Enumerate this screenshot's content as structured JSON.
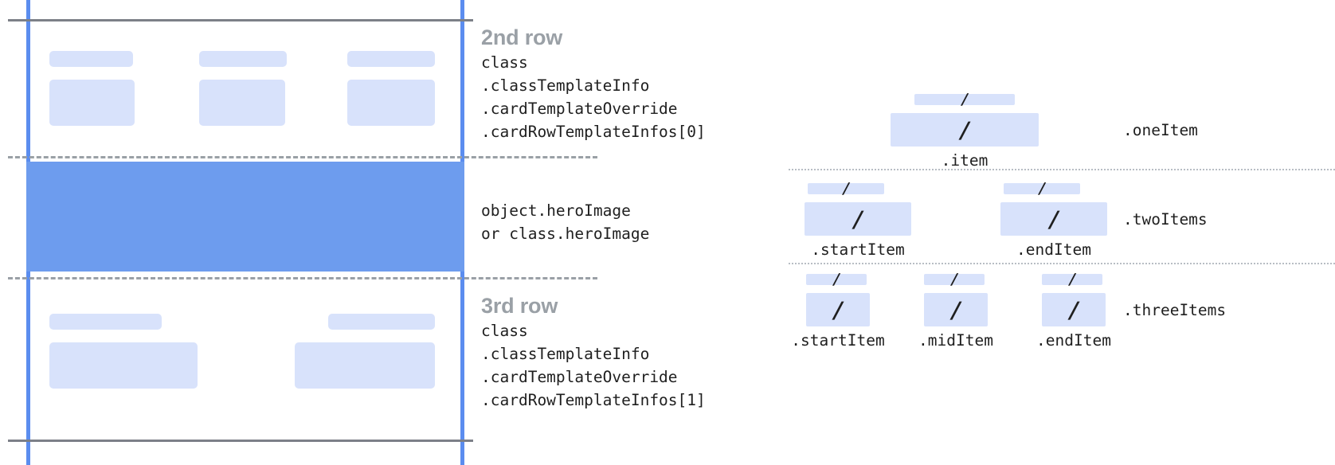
{
  "diagram": {
    "colors": {
      "chip_fill": "#d8e2fb",
      "hero_fill": "#6d9cee",
      "rail": "#5b8def",
      "solid_rule": "#7c8088",
      "dashed_rule": "#9aa0a6",
      "dotted_rule": "#b8bdc4",
      "title_text": "#9aa0a6",
      "code_text": "#1f1f1f"
    },
    "card_mock": {
      "second_row": {
        "columns": [
          {
            "title_placeholder": "",
            "body_placeholder": ""
          },
          {
            "title_placeholder": "",
            "body_placeholder": ""
          },
          {
            "title_placeholder": "",
            "body_placeholder": ""
          }
        ]
      },
      "hero_band": {
        "label": ""
      },
      "third_row": {
        "columns": [
          {
            "title_placeholder": "",
            "body_placeholder": ""
          },
          {
            "title_placeholder": "",
            "body_placeholder": ""
          }
        ]
      }
    },
    "annotations": [
      {
        "id": "second-row",
        "title": "2nd row",
        "code": "class\n.classTemplateInfo\n.cardTemplateOverride\n.cardRowTemplateInfos[0]"
      },
      {
        "id": "hero-image",
        "title": "",
        "code": "object.heroImage\nor class.heroImage"
      },
      {
        "id": "third-row",
        "title": "3rd row",
        "code": "class\n.classTemplateInfo\n.cardTemplateOverride\n.cardRowTemplateInfos[1]"
      }
    ],
    "item_variants": [
      {
        "id": "one-item",
        "label": ".oneItem",
        "items": [
          {
            "caption": ".item",
            "glyph": "/"
          }
        ]
      },
      {
        "id": "two-items",
        "label": ".twoItems",
        "items": [
          {
            "caption": ".startItem",
            "glyph": "/"
          },
          {
            "caption": ".endItem",
            "glyph": "/"
          }
        ]
      },
      {
        "id": "three-items",
        "label": ".threeItems",
        "items": [
          {
            "caption": ".startItem",
            "glyph": "/"
          },
          {
            "caption": ".midItem",
            "glyph": "/"
          },
          {
            "caption": ".endItem",
            "glyph": "/"
          }
        ]
      }
    ]
  }
}
